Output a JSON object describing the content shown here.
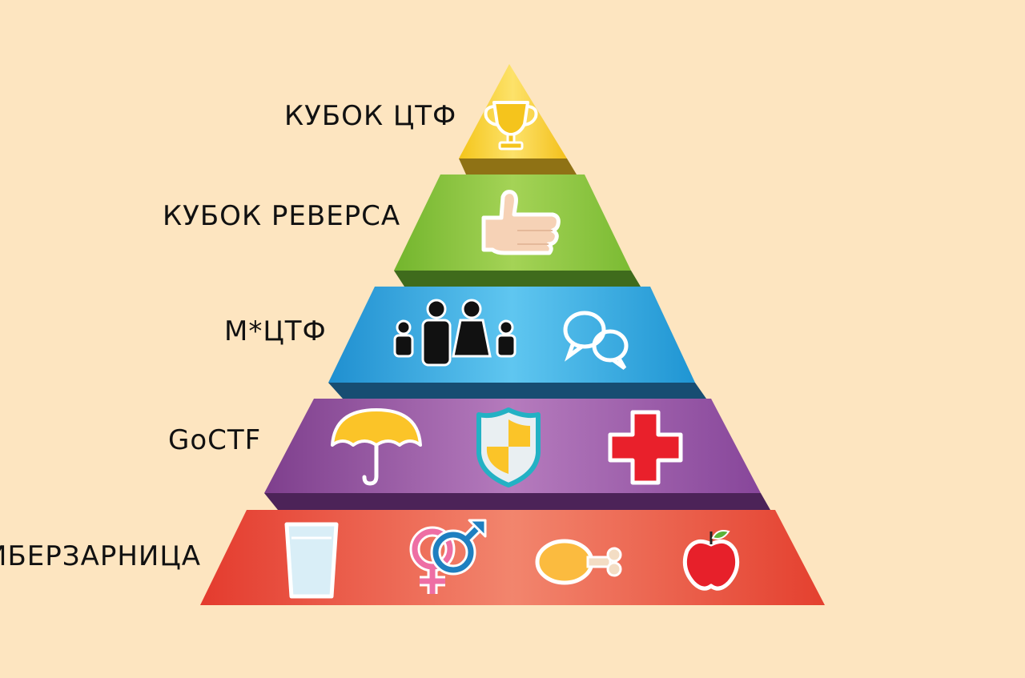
{
  "pyramid": {
    "levels": [
      {
        "label": "КУБОК ЦТФ",
        "color": "#f2c318",
        "icons": [
          "trophy-icon"
        ]
      },
      {
        "label": "КУБОК РЕВЕРСА",
        "color": "#8cc63e",
        "icons": [
          "thumbs-up-icon"
        ]
      },
      {
        "label": "М*ЦТФ",
        "color": "#29a6dd",
        "icons": [
          "family-icon",
          "chat-bubbles-icon"
        ]
      },
      {
        "label": "GoCTF",
        "color": "#9a52a2",
        "icons": [
          "umbrella-icon",
          "shield-icon",
          "red-cross-icon"
        ]
      },
      {
        "label": "ПИБЕРЗАРНИЦА",
        "color": "#ea5a45",
        "icons": [
          "water-glass-icon",
          "gender-symbols-icon",
          "chicken-leg-icon",
          "apple-icon"
        ]
      }
    ]
  }
}
